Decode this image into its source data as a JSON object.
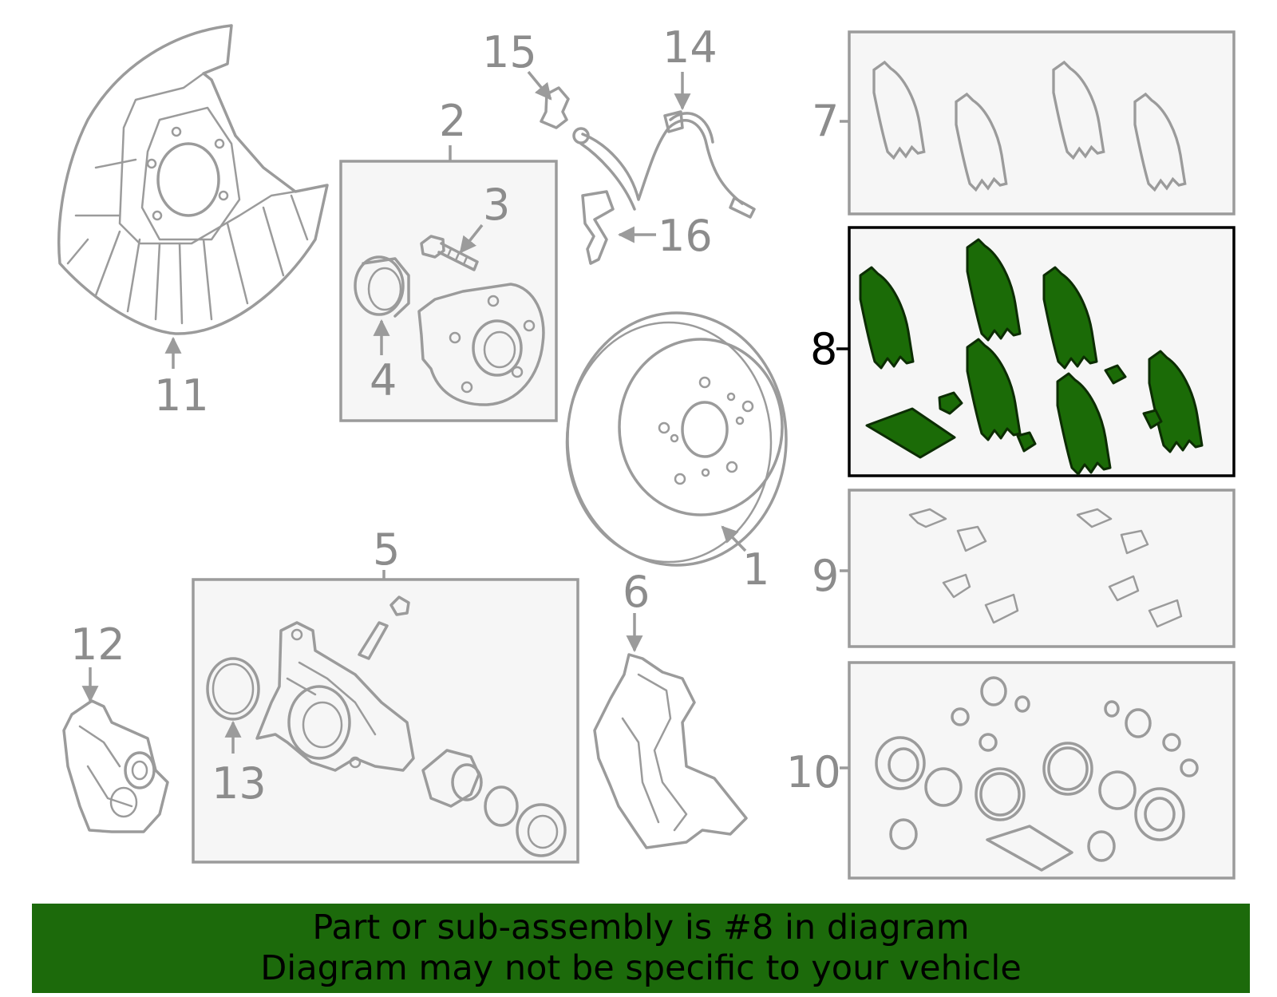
{
  "callouts": {
    "c1": "1",
    "c2": "2",
    "c3": "3",
    "c4": "4",
    "c5": "5",
    "c6": "6",
    "c7": "7",
    "c8": "8",
    "c9": "9",
    "c10": "10",
    "c11": "11",
    "c12": "12",
    "c13": "13",
    "c14": "14",
    "c15": "15",
    "c16": "16"
  },
  "highlighted_part": "8",
  "colors": {
    "highlight_fill": "#1b6b07",
    "banner_bg": "#1c6a0b",
    "line_gray": "#9b9b9b",
    "box_bg": "#f6f6f6"
  },
  "banner": {
    "line1": "Part or sub-assembly is #8 in diagram",
    "line2": "Diagram may not be specific to your vehicle"
  }
}
